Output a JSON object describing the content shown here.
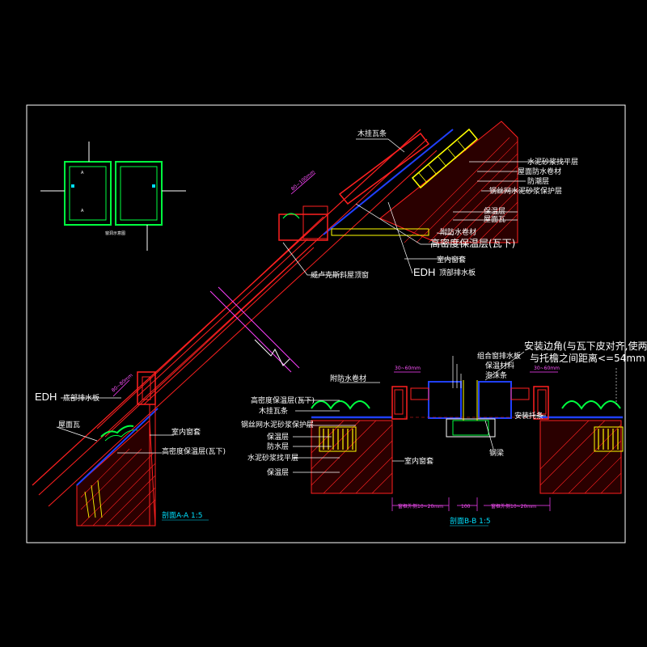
{
  "colors": {
    "background": "#000000",
    "frame": "#ffffff",
    "roof": "#ff2020",
    "insulation": "#ffff00",
    "membrane": "#2040ff",
    "window_frame": "#00ff40",
    "dimension": "#ff40ff",
    "annotation": "#00e0ff",
    "leader": "#ffffff"
  },
  "detail_top": {
    "labels": {
      "wood_strip": "木挂瓦条",
      "mortar_leveling": "水泥砂浆找平层",
      "roof_membrane": "屋面防水卷材",
      "vapor_barrier": "防潮层",
      "steel_mesh_mortar": "钢丝网水泥砂浆保护层",
      "insulation": "保温层",
      "roof_tile": "屋面瓦",
      "anti_water_membrane": "附防水卷材",
      "high_density_insulation": "高密度保温层(瓦下)",
      "indoor_window_sill": "室内窗套",
      "edh": "EDH",
      "edh_suffix": "顶部排水板",
      "skylight": "威卢克斯斜屋顶窗",
      "dim_top": "80~100mm"
    }
  },
  "key_plan": {
    "title": "窗洞示意图",
    "mark_a1": "A",
    "mark_a2": "A"
  },
  "section_aa": {
    "labels": {
      "edh": "EDH",
      "edh_suffix": "底部排水板",
      "roof_tile": "屋面瓦",
      "indoor_window_sill": "室内窗套",
      "high_density_insulation": "高密度保温层(瓦下)",
      "dim": "80~80mm"
    },
    "title": "剖面A-A 1:5"
  },
  "section_bb": {
    "labels": {
      "install_note_1": "安装边角(与瓦下皮对齐,使两固定面",
      "install_note_2": "与托檐之间距离<=54mm )",
      "frame_drainage": "组合窗排水板",
      "insulation_material": "保温材料",
      "foam_strip": "泡沫条",
      "anti_water": "附防水卷材",
      "high_density_insulation": "高密度保温层(瓦下)",
      "wood_strip": "木挂瓦条",
      "steel_mesh_mortar": "钢丝网水泥砂浆保护层",
      "insulation": "保温层",
      "waterproof": "防水层",
      "mortar_leveling": "水泥砂浆找平层",
      "thermal": "保温层",
      "indoor_window_sill": "室内窗套",
      "install_frame": "安装托条",
      "steel_beam": "钢梁",
      "dim_left_top": "30~60mm",
      "dim_right_top": "30~60mm",
      "dim_bottom_left": "窗框外侧10~20mm",
      "dim_bottom_mid": "100",
      "dim_bottom_right": "窗框外侧10~20mm"
    },
    "title": "剖面B-B 1:5"
  }
}
